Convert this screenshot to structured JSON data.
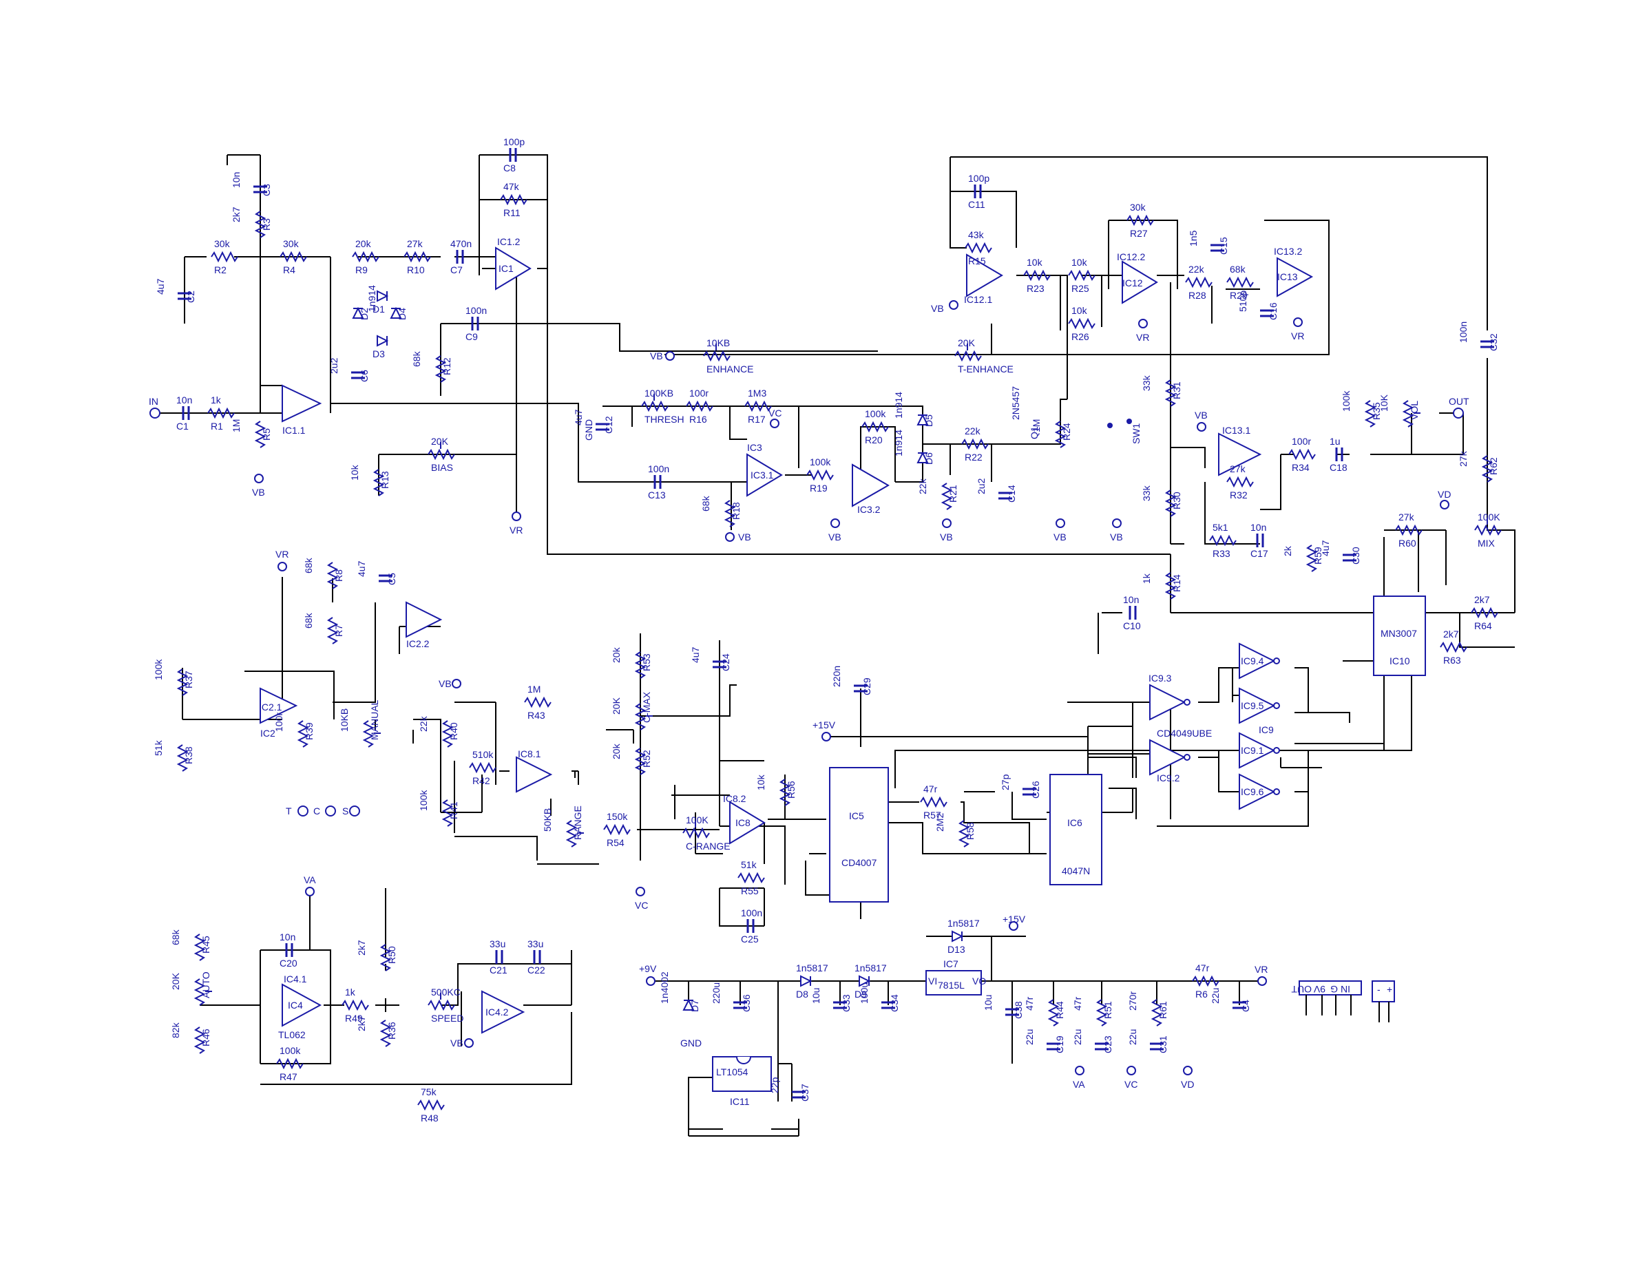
{
  "colors": {
    "wire": "#000000",
    "component": "#1a1aa6",
    "background": "#ffffff"
  },
  "ic_labels": [
    {
      "id": "ic1",
      "ref": "IC1",
      "sub": "IC1.2"
    },
    {
      "id": "ic1b",
      "ref": "IC1.1",
      "sub": ""
    },
    {
      "id": "ic3",
      "ref": "IC3.1",
      "sub": "IC3"
    },
    {
      "id": "ic3b",
      "ref": "IC3.2",
      "sub": ""
    },
    {
      "id": "ic12",
      "ref": "IC12",
      "sub": "IC12.2"
    },
    {
      "id": "ic12b",
      "ref": "IC12.1",
      "sub": ""
    },
    {
      "id": "ic13",
      "ref": "IC13",
      "sub": "IC13.2"
    },
    {
      "id": "ic13b",
      "ref": "IC13.1",
      "sub": ""
    },
    {
      "id": "ic2",
      "ref": "IC2.1",
      "sub": "IC2"
    },
    {
      "id": "ic2b",
      "ref": "IC2.2",
      "sub": ""
    },
    {
      "id": "ic8",
      "ref": "IC8",
      "sub": "IC8.2"
    },
    {
      "id": "ic8b",
      "ref": "IC8.1",
      "sub": ""
    },
    {
      "id": "ic4",
      "ref": "IC4",
      "sub": "IC4.1"
    },
    {
      "id": "ic4b",
      "ref": "IC4.2",
      "sub": ""
    }
  ],
  "chips": {
    "ic5": {
      "ref": "IC5",
      "part": "CD4007"
    },
    "ic6": {
      "ref": "IC6",
      "part": "4047N"
    },
    "ic10": {
      "ref": "IC10",
      "part": "MN3007"
    },
    "ic7": {
      "ref": "IC7",
      "part": "7815L",
      "vi": "VI",
      "vo": "VO"
    },
    "ic11": {
      "ref": "IC11",
      "part": "LT1054"
    }
  },
  "inverters": [
    {
      "ref": "IC9.3"
    },
    {
      "ref": "IC9.4"
    },
    {
      "ref": "IC9.5"
    },
    {
      "ref": "IC9.1"
    },
    {
      "ref": "IC9.2"
    },
    {
      "ref": "IC9.6"
    }
  ],
  "ic9_labels": {
    "part": "CD4049UBE",
    "ref": "IC9"
  },
  "components": [
    {
      "ref": "R1",
      "value": "1k"
    },
    {
      "ref": "R2",
      "value": "30k"
    },
    {
      "ref": "R3",
      "value": "2k7"
    },
    {
      "ref": "R4",
      "value": "30k"
    },
    {
      "ref": "R5",
      "value": "1M"
    },
    {
      "ref": "R9",
      "value": "20k"
    },
    {
      "ref": "R10",
      "value": "27k"
    },
    {
      "ref": "R11",
      "value": "47k"
    },
    {
      "ref": "R12",
      "value": "68k"
    },
    {
      "ref": "R13",
      "value": "10k"
    },
    {
      "ref": "R16",
      "value": "100r"
    },
    {
      "ref": "R17",
      "value": "1M3"
    },
    {
      "ref": "R18",
      "value": "68k"
    },
    {
      "ref": "R19",
      "value": "100k"
    },
    {
      "ref": "R20",
      "value": "100k"
    },
    {
      "ref": "R21",
      "value": "22k"
    },
    {
      "ref": "R22",
      "value": "22k"
    },
    {
      "ref": "R24",
      "value": "1M"
    },
    {
      "ref": "R15",
      "value": "43k"
    },
    {
      "ref": "R23",
      "value": "10k"
    },
    {
      "ref": "R25",
      "value": "10k"
    },
    {
      "ref": "R26",
      "value": "10k"
    },
    {
      "ref": "R27",
      "value": "30k"
    },
    {
      "ref": "R28",
      "value": "22k"
    },
    {
      "ref": "R29",
      "value": "68k"
    },
    {
      "ref": "R31",
      "value": "33k"
    },
    {
      "ref": "R30",
      "value": "33k"
    },
    {
      "ref": "R14",
      "value": "1k"
    },
    {
      "ref": "R34",
      "value": "100r"
    },
    {
      "ref": "R35",
      "value": "100k"
    },
    {
      "ref": "R32",
      "value": "27k"
    },
    {
      "ref": "R33",
      "value": "5k1"
    },
    {
      "ref": "R62",
      "value": "27k"
    },
    {
      "ref": "R60",
      "value": "27k"
    },
    {
      "ref": "R59",
      "value": "2k"
    },
    {
      "ref": "R64",
      "value": "2k7"
    },
    {
      "ref": "R63",
      "value": "2k7"
    },
    {
      "ref": "R8",
      "value": "68k"
    },
    {
      "ref": "R7",
      "value": "68k"
    },
    {
      "ref": "R37",
      "value": "100k"
    },
    {
      "ref": "R38",
      "value": "51k"
    },
    {
      "ref": "R39",
      "value": "100r"
    },
    {
      "ref": "R40",
      "value": "22k"
    },
    {
      "ref": "R41",
      "value": "100k"
    },
    {
      "ref": "R42",
      "value": "510k"
    },
    {
      "ref": "R43",
      "value": "1M"
    },
    {
      "ref": "R54",
      "value": "150k"
    },
    {
      "ref": "R53",
      "value": "20k"
    },
    {
      "ref": "R52",
      "value": "20k"
    },
    {
      "ref": "R55",
      "value": "51k"
    },
    {
      "ref": "R56",
      "value": "10k"
    },
    {
      "ref": "R57",
      "value": "47r"
    },
    {
      "ref": "R58",
      "value": "2M2"
    },
    {
      "ref": "R45",
      "value": "68k"
    },
    {
      "ref": "R46",
      "value": "82k"
    },
    {
      "ref": "R47",
      "value": "100k"
    },
    {
      "ref": "R48",
      "value": "75k"
    },
    {
      "ref": "R49",
      "value": "1k"
    },
    {
      "ref": "R50",
      "value": "2k7"
    },
    {
      "ref": "R36",
      "value": "2k7"
    },
    {
      "ref": "R6",
      "value": "47r"
    },
    {
      "ref": "R44",
      "value": "47r"
    },
    {
      "ref": "R51",
      "value": "47r"
    },
    {
      "ref": "R61",
      "value": "270r"
    },
    {
      "ref": "C1",
      "value": "10n"
    },
    {
      "ref": "C2",
      "value": "4u7"
    },
    {
      "ref": "C3",
      "value": "10n"
    },
    {
      "ref": "C6",
      "value": "2u2"
    },
    {
      "ref": "C7",
      "value": "470n"
    },
    {
      "ref": "C8",
      "value": "100p"
    },
    {
      "ref": "C9",
      "value": "100n"
    },
    {
      "ref": "C12",
      "value": "4u7"
    },
    {
      "ref": "C13",
      "value": "100n"
    },
    {
      "ref": "C14",
      "value": "2u2"
    },
    {
      "ref": "C11",
      "value": "100p"
    },
    {
      "ref": "C15",
      "value": "1n5"
    },
    {
      "ref": "C16",
      "value": "510p"
    },
    {
      "ref": "C18",
      "value": "1u"
    },
    {
      "ref": "C17",
      "value": "10n"
    },
    {
      "ref": "C32",
      "value": "100n"
    },
    {
      "ref": "C30",
      "value": "4u7"
    },
    {
      "ref": "C10",
      "value": "10n"
    },
    {
      "ref": "C5",
      "value": "4u7"
    },
    {
      "ref": "C24",
      "value": "4u7"
    },
    {
      "ref": "C29",
      "value": "220n"
    },
    {
      "ref": "C26",
      "value": "27p"
    },
    {
      "ref": "C25",
      "value": "100n"
    },
    {
      "ref": "C20",
      "value": "10n"
    },
    {
      "ref": "C21",
      "value": "33u"
    },
    {
      "ref": "C22",
      "value": "33u"
    },
    {
      "ref": "C36",
      "value": "220u"
    },
    {
      "ref": "C33",
      "value": "10u"
    },
    {
      "ref": "C34",
      "value": "100u"
    },
    {
      "ref": "C38",
      "value": "10u"
    },
    {
      "ref": "C19",
      "value": "22u"
    },
    {
      "ref": "C23",
      "value": "22u"
    },
    {
      "ref": "C31",
      "value": "22u"
    },
    {
      "ref": "C4",
      "value": "22u"
    },
    {
      "ref": "C37",
      "value": "22p"
    }
  ],
  "diodes": [
    {
      "ref": "D1"
    },
    {
      "ref": "D2"
    },
    {
      "ref": "D3"
    },
    {
      "ref": "D4",
      "value": "1n914"
    },
    {
      "ref": "D5",
      "value": "1n914"
    },
    {
      "ref": "D6",
      "value": "1n914"
    },
    {
      "ref": "D7",
      "value": "1n4002"
    },
    {
      "ref": "D8",
      "value": "1n5817"
    },
    {
      "ref": "D9",
      "value": "1n5817"
    },
    {
      "ref": "D13",
      "value": "1n5817"
    }
  ],
  "pots": [
    {
      "ref": "ENHANCE",
      "value": "10KB"
    },
    {
      "ref": "T-ENHANCE",
      "value": "20K"
    },
    {
      "ref": "BIAS",
      "value": "20K"
    },
    {
      "ref": "THRESH",
      "value": "100KB"
    },
    {
      "ref": "VOL",
      "value": "10K"
    },
    {
      "ref": "MIX",
      "value": "100K"
    },
    {
      "ref": "MANUAL",
      "value": "10KB"
    },
    {
      "ref": "RANGE",
      "value": "50KB"
    },
    {
      "ref": "C-MAX",
      "value": "20K"
    },
    {
      "ref": "C-RANGE",
      "value": "100K"
    },
    {
      "ref": "AUTO",
      "value": "20K"
    },
    {
      "ref": "SPEED",
      "value": "500KC"
    }
  ],
  "misc": {
    "q1_ref": "Q1",
    "q1_part": "2N5457",
    "sw1": "SW1",
    "tl062": "TL062"
  },
  "rails": {
    "in": "IN",
    "out": "OUT",
    "vb": "VB",
    "vr": "VR",
    "vc": "VC",
    "vd": "VD",
    "va": "VA",
    "gnd": "GND",
    "p15v": "+15V",
    "p9v": "+9V",
    "t": "T",
    "c": "C",
    "s": "S"
  },
  "connectors": {
    "j1": [
      "IN",
      "G",
      "9V",
      "OUT"
    ],
    "j2": [
      "-",
      "+"
    ]
  }
}
